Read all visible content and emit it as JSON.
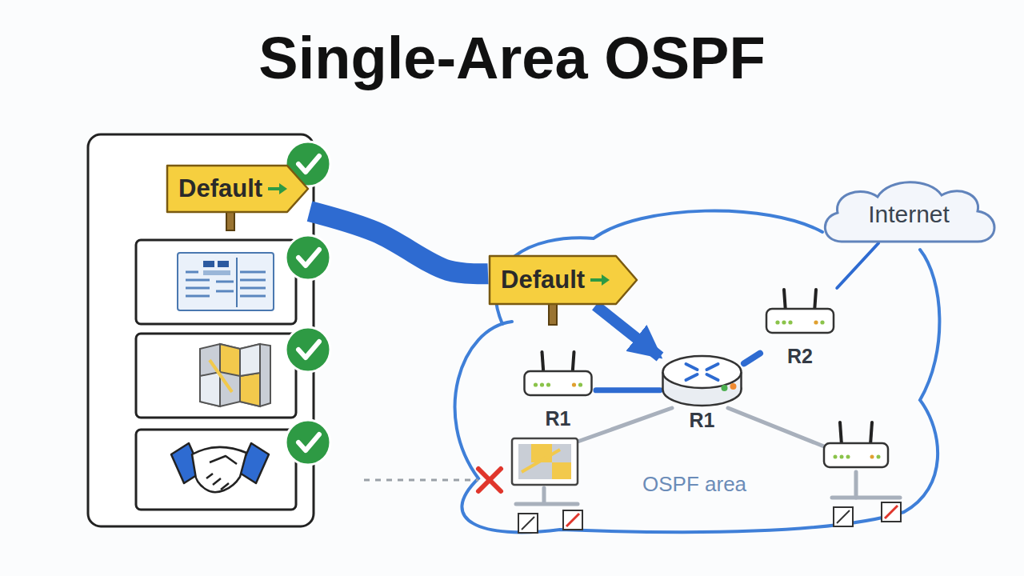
{
  "diagram": {
    "title": "Single-Area OSPF",
    "nodes": [
      {
        "text": [
          "Default"
        ]
      },
      {
        "text": [
          "Default"
        ]
      },
      {
        "text": [
          "Internet"
        ]
      },
      {
        "text": [
          "R1"
        ]
      },
      {
        "text": [
          "R1"
        ]
      },
      {
        "text": [
          "R2"
        ]
      }
    ],
    "edges": [
      {
        "from": 0,
        "to": 1,
        "arrow": "none"
      },
      {
        "from": 1,
        "to": 4,
        "arrow": "to"
      },
      {
        "from": 3,
        "to": 4,
        "arrow": "none"
      },
      {
        "from": 4,
        "to": 5,
        "arrow": "none"
      },
      {
        "from": 5,
        "to": 2,
        "arrow": "none"
      }
    ],
    "labels": [
      "OSPF area"
    ]
  }
}
